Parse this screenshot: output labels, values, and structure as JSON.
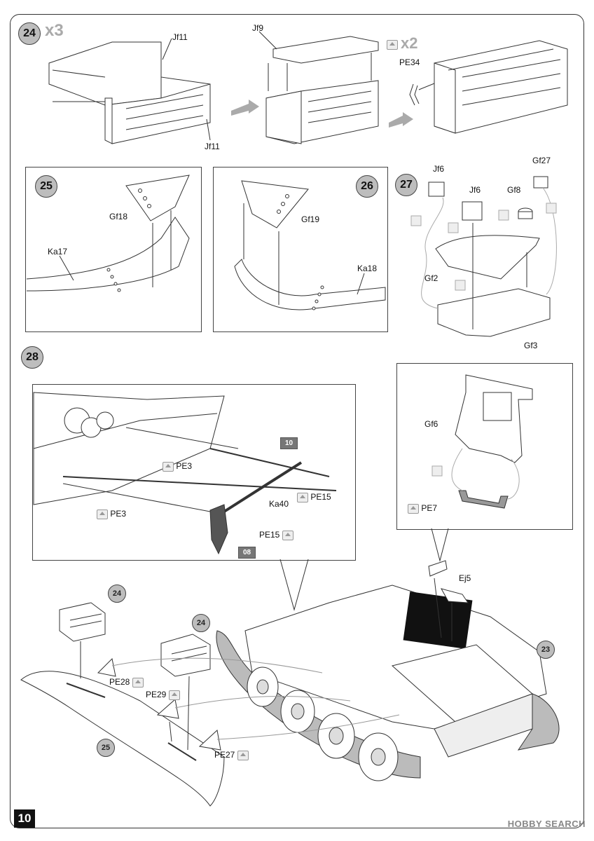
{
  "page_number": "10",
  "watermark": "HOBBY SEARCH",
  "steps": {
    "s24": {
      "num": "24",
      "multiplier": "x3",
      "multiplier2": "x2",
      "labels": {
        "jf11_top": "Jf11",
        "jf11_bottom": "Jf11",
        "jf9": "Jf9",
        "pe34": "PE34"
      }
    },
    "s25": {
      "num": "25",
      "labels": {
        "gf18": "Gf18",
        "ka17": "Ka17"
      }
    },
    "s26": {
      "num": "26",
      "labels": {
        "gf19": "Gf19",
        "ka18": "Ka18"
      }
    },
    "s27": {
      "num": "27",
      "labels": {
        "jf6_a": "Jf6",
        "jf6_b": "Jf6",
        "gf27": "Gf27",
        "gf8": "Gf8",
        "gf2": "Gf2",
        "gf3": "Gf3"
      }
    },
    "s28": {
      "num": "28",
      "detail_left": {
        "pe3_a": "PE3",
        "pe3_b": "PE3",
        "pe15_a": "PE15",
        "pe15_b": "PE15",
        "ka40": "Ka40",
        "tag10": "10",
        "tag08": "08"
      },
      "detail_right": {
        "gf6": "Gf6",
        "pe7": "PE7"
      },
      "main": {
        "ej5": "Ej5",
        "ref23": "23",
        "ref24a": "24",
        "ref24b": "24",
        "ref25": "25",
        "pe28": "PE28",
        "pe29": "PE29",
        "pe27": "PE27"
      }
    }
  },
  "colors": {
    "step_badge": "#bdbdbd",
    "line": "#333333",
    "arrow": "#999999"
  }
}
